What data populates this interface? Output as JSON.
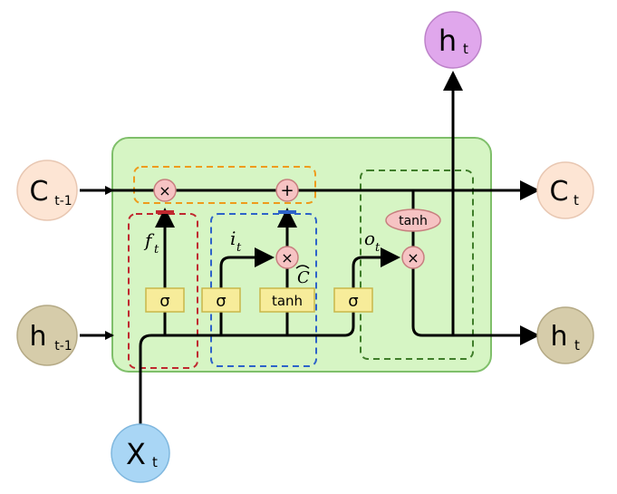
{
  "inputs": {
    "c_prev": "C",
    "c_prev_sub": "t-1",
    "h_prev": "h",
    "h_prev_sub": "t-1",
    "x": "X",
    "x_sub": "t"
  },
  "outputs": {
    "c": "C",
    "c_sub": "t",
    "h_right": "h",
    "h_right_sub": "t",
    "h_top": "h",
    "h_top_sub": "t"
  },
  "ops": {
    "multiply": "×",
    "add": "+",
    "sigma": "σ",
    "tanh": "tanh"
  },
  "gate_labels": {
    "forget": "f",
    "forget_sub": "t",
    "input": "i",
    "input_sub": "t",
    "candidate": "C",
    "output": "o",
    "output_sub": "t"
  },
  "colors": {
    "cell_fill": "#d6f5c4",
    "cell_border": "#7fbf6a",
    "gate_fill": "#f7ec9a",
    "gate_border": "#c8b64a",
    "op_fill": "#f6c3c3",
    "op_border": "#c77f7f",
    "c_node": "#fde5d4",
    "h_node": "#d6ccaa",
    "x_node": "#a9d6f5",
    "h_top_node": "#e0a7ec",
    "forget_box": "#c0282f",
    "input_box": "#2d63c9",
    "cell_update_box": "#ee9b1c",
    "output_box": "#3f7d2a"
  }
}
